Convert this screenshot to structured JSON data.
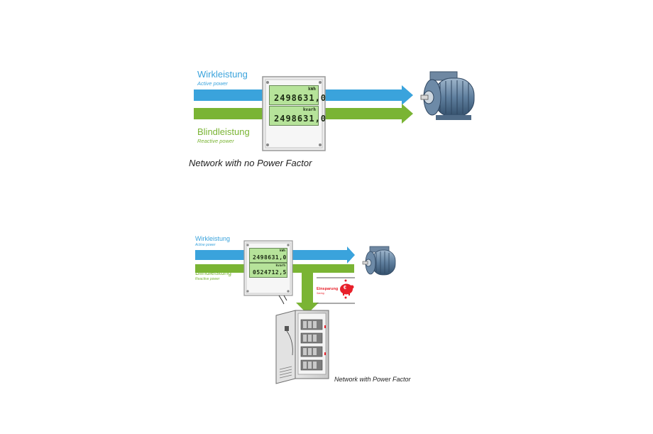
{
  "colors": {
    "active": "#3aa3dc",
    "reactive": "#7ab434",
    "saving": "#e8202a"
  },
  "top": {
    "active_de": "Wirkleistung",
    "active_en": "Active power",
    "reactive_de": "Blindleistung",
    "reactive_en": "Reactive power",
    "meter": {
      "unit1": "kWh",
      "reading1": "2498631,0",
      "unit2": "kvarh",
      "reading2": "2498631,0"
    },
    "caption": "Network with no Power Factor"
  },
  "bottom": {
    "active_de": "Wirkleistung",
    "active_en": "Active power",
    "reactive_de": "Blindleistung",
    "reactive_en": "Reactive power",
    "meter": {
      "unit1": "kWh",
      "reading1": "2498631,0",
      "unit2": "kvarh",
      "reading2": "0524712,5"
    },
    "saving_de": "Einsparung",
    "saving_en": "Saving",
    "saving_symbol": "€",
    "caption": "Network with Power Factor"
  },
  "icons": [
    "electric-motor-icon",
    "electricity-meter-icon",
    "piggy-bank-icon",
    "capacitor-cabinet-icon"
  ]
}
